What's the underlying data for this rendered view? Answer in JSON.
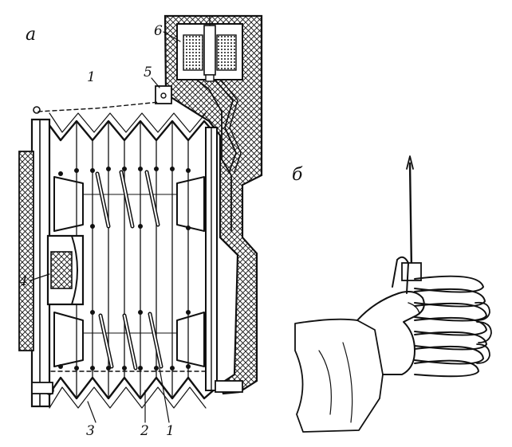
{
  "figure": {
    "panel_a": {
      "label": "а"
    },
    "panel_b": {
      "label": "б"
    },
    "callouts": [
      {
        "id": "1-top",
        "text": "1"
      },
      {
        "id": "5",
        "text": "5"
      },
      {
        "id": "6",
        "text": "6"
      },
      {
        "id": "4",
        "text": "4"
      },
      {
        "id": "3",
        "text": "3"
      },
      {
        "id": "2",
        "text": "2"
      },
      {
        "id": "1-bottom",
        "text": "1"
      }
    ]
  }
}
